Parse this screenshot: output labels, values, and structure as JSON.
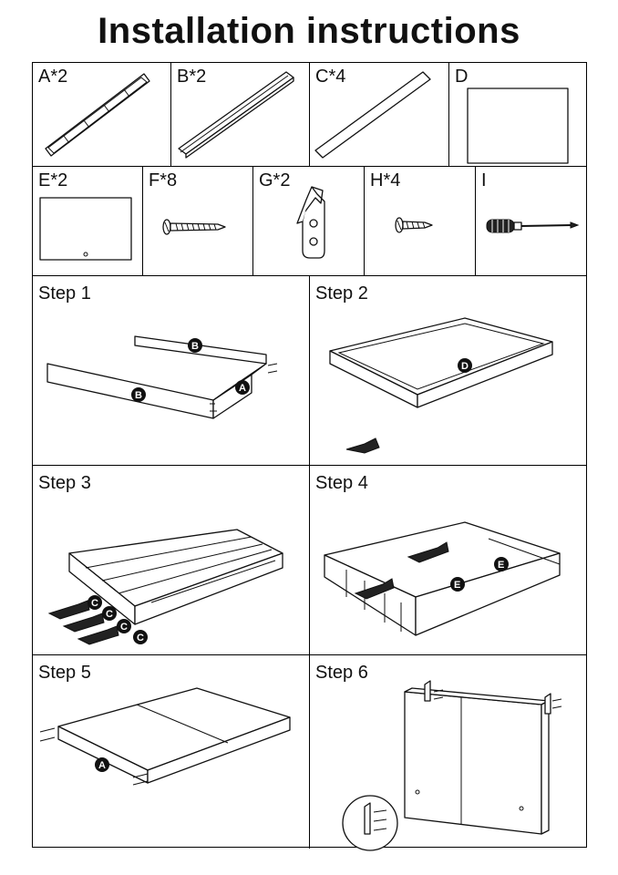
{
  "title": "Installation instructions",
  "parts": [
    {
      "label": "A*2",
      "icon": "frame-rail-icon"
    },
    {
      "label": "B*2",
      "icon": "side-panel-icon"
    },
    {
      "label": "C*4",
      "icon": "divider-strip-icon"
    },
    {
      "label": "D",
      "icon": "back-panel-icon"
    },
    {
      "label": "E*2",
      "icon": "sliding-door-icon"
    },
    {
      "label": "F*8",
      "icon": "long-screw-icon"
    },
    {
      "label": "G*2",
      "icon": "hanging-bracket-icon"
    },
    {
      "label": "H*4",
      "icon": "short-screw-icon"
    },
    {
      "label": "I",
      "icon": "screwdriver-icon"
    }
  ],
  "steps": [
    {
      "label": "Step 1",
      "tags": [
        "B",
        "B",
        "A"
      ]
    },
    {
      "label": "Step 2",
      "tags": [
        "D"
      ]
    },
    {
      "label": "Step 3",
      "tags": [
        "C",
        "C",
        "C",
        "C"
      ]
    },
    {
      "label": "Step 4",
      "tags": [
        "E",
        "E"
      ]
    },
    {
      "label": "Step 5",
      "tags": [
        "A"
      ]
    },
    {
      "label": "Step 6",
      "tags": []
    }
  ]
}
